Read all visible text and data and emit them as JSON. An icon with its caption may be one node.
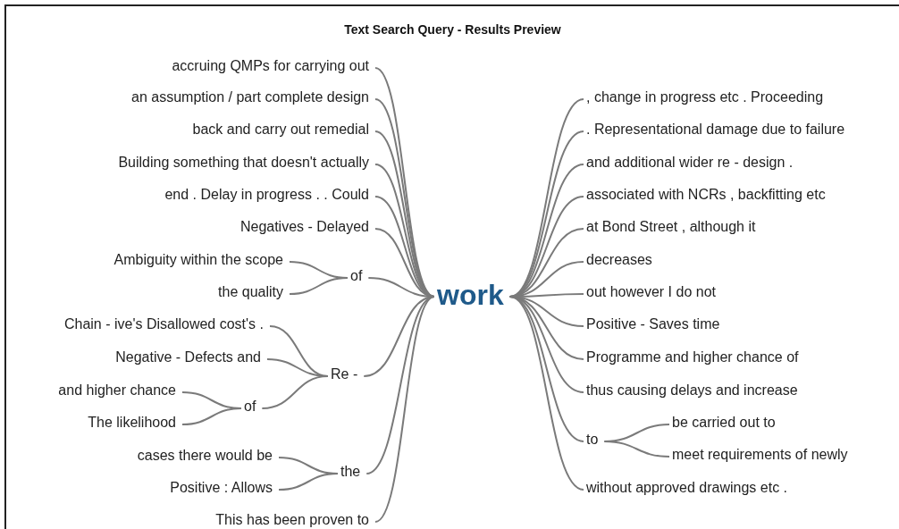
{
  "diagram": {
    "title": "Text Search Query - Results Preview",
    "nodes": [
      {
        "text": [
          "accruing QMPs for carrying out"
        ]
      },
      {
        "text": [
          "an assumption / part complete design"
        ]
      },
      {
        "text": [
          "back and carry out remedial"
        ]
      },
      {
        "text": [
          "Building something that doesn't actually"
        ]
      },
      {
        "text": [
          "end . Delay in progress . . Could"
        ]
      },
      {
        "text": [
          "Negatives - Delayed"
        ]
      },
      {
        "text": [
          "Ambiguity within the scope"
        ]
      },
      {
        "text": [
          "the quality"
        ]
      },
      {
        "text": [
          "of"
        ]
      },
      {
        "text": [
          "Chain - ive's Disallowed cost's ."
        ]
      },
      {
        "text": [
          "Negative - Defects and"
        ]
      },
      {
        "text": [
          "and higher chance"
        ]
      },
      {
        "text": [
          "The likelihood"
        ]
      },
      {
        "text": [
          "of"
        ]
      },
      {
        "text": [
          "Re -"
        ]
      },
      {
        "text": [
          "cases there would be"
        ]
      },
      {
        "text": [
          "Positive : Allows"
        ]
      },
      {
        "text": [
          "the"
        ]
      },
      {
        "text": [
          "This has been proven to"
        ]
      },
      {
        "text": [
          "work"
        ]
      },
      {
        "text": [
          ", change in progress etc . Proceeding"
        ]
      },
      {
        "text": [
          ". Representational damage due to failure"
        ]
      },
      {
        "text": [
          "and additional wider re - design ."
        ]
      },
      {
        "text": [
          "associated with NCRs , backfitting etc"
        ]
      },
      {
        "text": [
          "at Bond Street , although it"
        ]
      },
      {
        "text": [
          "decreases"
        ]
      },
      {
        "text": [
          "out however I do not"
        ]
      },
      {
        "text": [
          "Positive - Saves time"
        ]
      },
      {
        "text": [
          "Programme and higher chance of"
        ]
      },
      {
        "text": [
          "thus causing delays and increase"
        ]
      },
      {
        "text": [
          "to"
        ]
      },
      {
        "text": [
          "be carried out to"
        ]
      },
      {
        "text": [
          "meet requirements of newly"
        ]
      },
      {
        "text": [
          "without approved drawings etc ."
        ]
      }
    ],
    "edges": [
      {
        "from": 0,
        "to": 19,
        "arrow": "none"
      },
      {
        "from": 1,
        "to": 19,
        "arrow": "none"
      },
      {
        "from": 2,
        "to": 19,
        "arrow": "none"
      },
      {
        "from": 3,
        "to": 19,
        "arrow": "none"
      },
      {
        "from": 4,
        "to": 19,
        "arrow": "none"
      },
      {
        "from": 5,
        "to": 19,
        "arrow": "none"
      },
      {
        "from": 6,
        "to": 8,
        "arrow": "none"
      },
      {
        "from": 7,
        "to": 8,
        "arrow": "none"
      },
      {
        "from": 8,
        "to": 19,
        "arrow": "none"
      },
      {
        "from": 9,
        "to": 14,
        "arrow": "none"
      },
      {
        "from": 10,
        "to": 14,
        "arrow": "none"
      },
      {
        "from": 11,
        "to": 13,
        "arrow": "none"
      },
      {
        "from": 12,
        "to": 13,
        "arrow": "none"
      },
      {
        "from": 13,
        "to": 14,
        "arrow": "none"
      },
      {
        "from": 14,
        "to": 19,
        "arrow": "none"
      },
      {
        "from": 15,
        "to": 17,
        "arrow": "none"
      },
      {
        "from": 16,
        "to": 17,
        "arrow": "none"
      },
      {
        "from": 17,
        "to": 19,
        "arrow": "none"
      },
      {
        "from": 18,
        "to": 19,
        "arrow": "none"
      },
      {
        "from": 19,
        "to": 20,
        "arrow": "none"
      },
      {
        "from": 19,
        "to": 21,
        "arrow": "none"
      },
      {
        "from": 19,
        "to": 22,
        "arrow": "none"
      },
      {
        "from": 19,
        "to": 23,
        "arrow": "none"
      },
      {
        "from": 19,
        "to": 24,
        "arrow": "none"
      },
      {
        "from": 19,
        "to": 25,
        "arrow": "none"
      },
      {
        "from": 19,
        "to": 26,
        "arrow": "none"
      },
      {
        "from": 19,
        "to": 27,
        "arrow": "none"
      },
      {
        "from": 19,
        "to": 28,
        "arrow": "none"
      },
      {
        "from": 19,
        "to": 29,
        "arrow": "none"
      },
      {
        "from": 19,
        "to": 30,
        "arrow": "none"
      },
      {
        "from": 30,
        "to": 31,
        "arrow": "none"
      },
      {
        "from": 30,
        "to": 32,
        "arrow": "none"
      },
      {
        "from": 19,
        "to": 33,
        "arrow": "none"
      }
    ]
  }
}
